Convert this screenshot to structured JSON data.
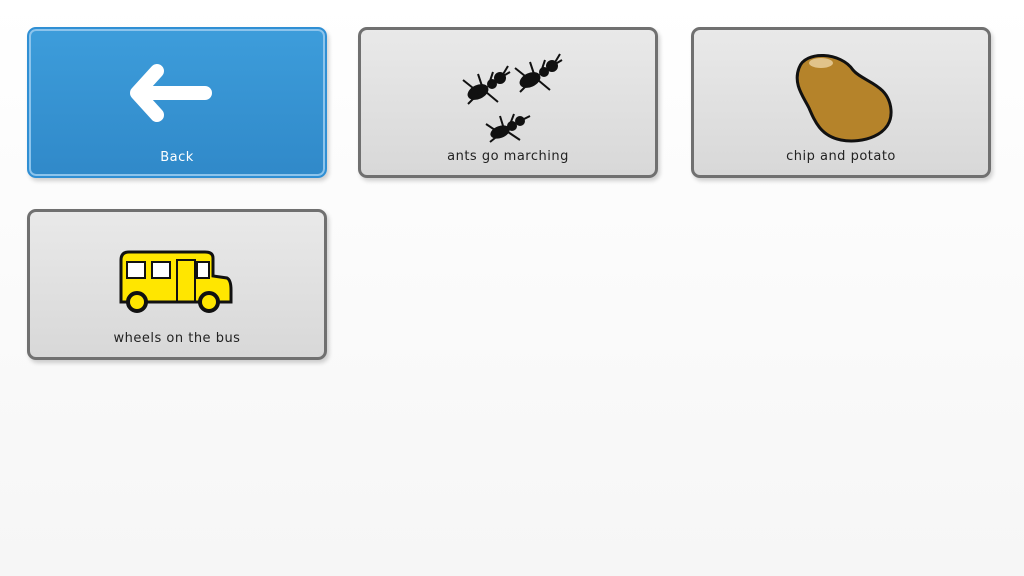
{
  "tiles": [
    {
      "label": "Back",
      "icon": "arrow-left-icon"
    },
    {
      "label": "ants go marching",
      "icon": "ants-icon"
    },
    {
      "label": "chip and potato",
      "icon": "potato-icon"
    },
    {
      "label": "wheels on the bus",
      "icon": "bus-icon"
    }
  ],
  "colors": {
    "back": "#3592d2",
    "tile": "#e0e0e0",
    "border": "#707070"
  }
}
